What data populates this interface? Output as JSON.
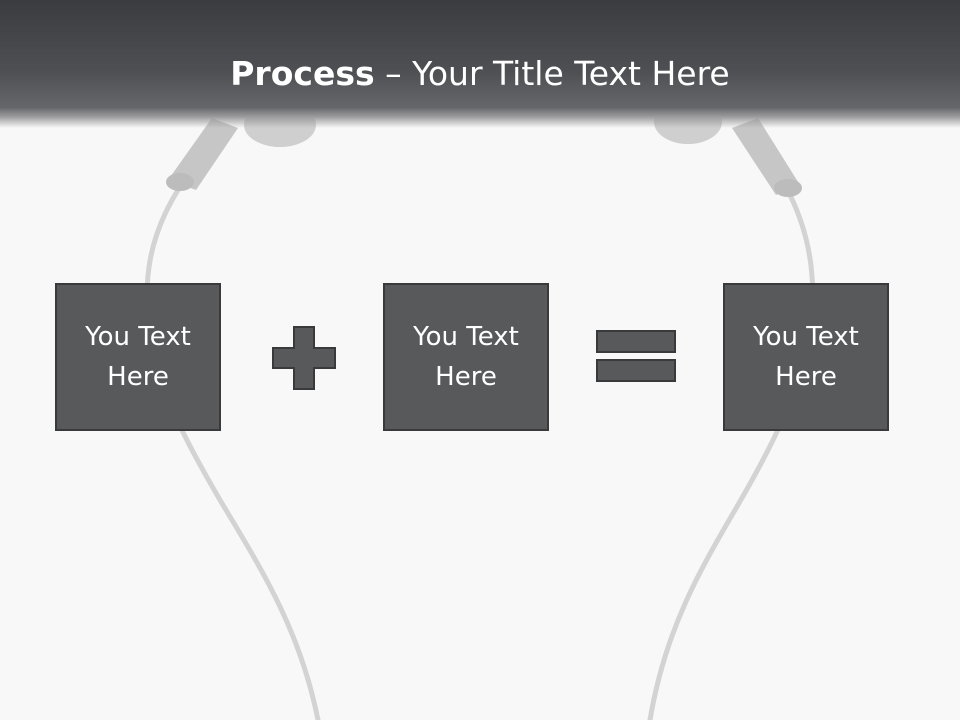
{
  "slide": {
    "title_bold": "Process",
    "title_rest": " – Your Title Text Here",
    "boxes": [
      {
        "text": "You Text Here"
      },
      {
        "text": "You Text Here"
      },
      {
        "text": "You Text Here"
      }
    ],
    "operators": [
      "plus-icon",
      "equals-icon"
    ],
    "colors": {
      "title_bar": "#46474a",
      "box_fill": "#58595b",
      "box_border": "#3a3a3c",
      "background": "#f8f8f8",
      "earphone_cord": "#d4d4d4"
    }
  }
}
